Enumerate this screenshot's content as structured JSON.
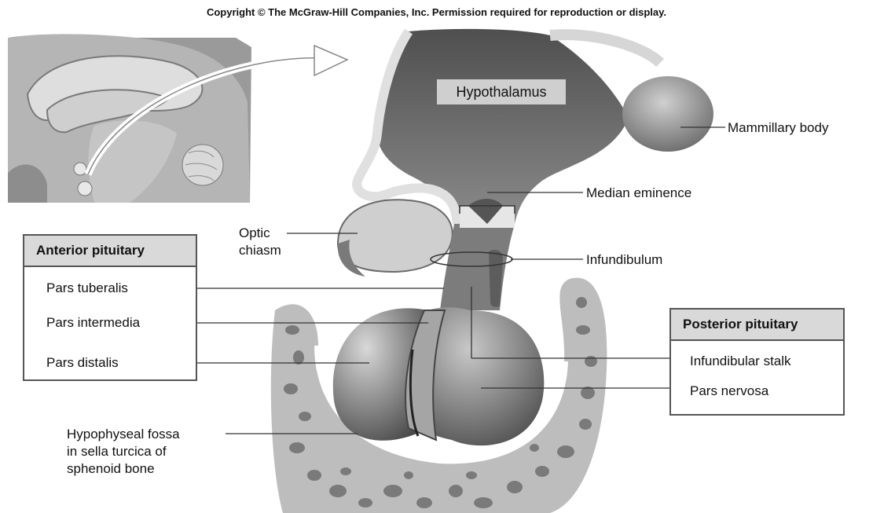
{
  "copyright": "Copyright © The McGraw-Hill Companies, Inc. Permission required for reproduction or display.",
  "labels": {
    "hypothalamus": "Hypothalamus",
    "mammillary_body": "Mammillary body",
    "median_eminence": "Median eminence",
    "optic_chiasm_1": "Optic",
    "optic_chiasm_2": "chiasm",
    "infundibulum": "Infundibulum",
    "fossa_1": "Hypophyseal fossa",
    "fossa_2": "in sella turcica of",
    "fossa_3": "sphenoid bone"
  },
  "anterior_box": {
    "title": "Anterior pituitary",
    "items": [
      "Pars tuberalis",
      "Pars intermedia",
      "Pars distalis"
    ]
  },
  "posterior_box": {
    "title": "Posterior pituitary",
    "items": [
      "Infundibular stalk",
      "Pars nervosa"
    ]
  },
  "colors": {
    "box_header": "#d9d9d9",
    "tissue_dark": "#6e6e6e",
    "tissue_mid": "#8f8f8f",
    "tissue_light": "#c9c9c9",
    "bone": "#bdbdbd"
  }
}
